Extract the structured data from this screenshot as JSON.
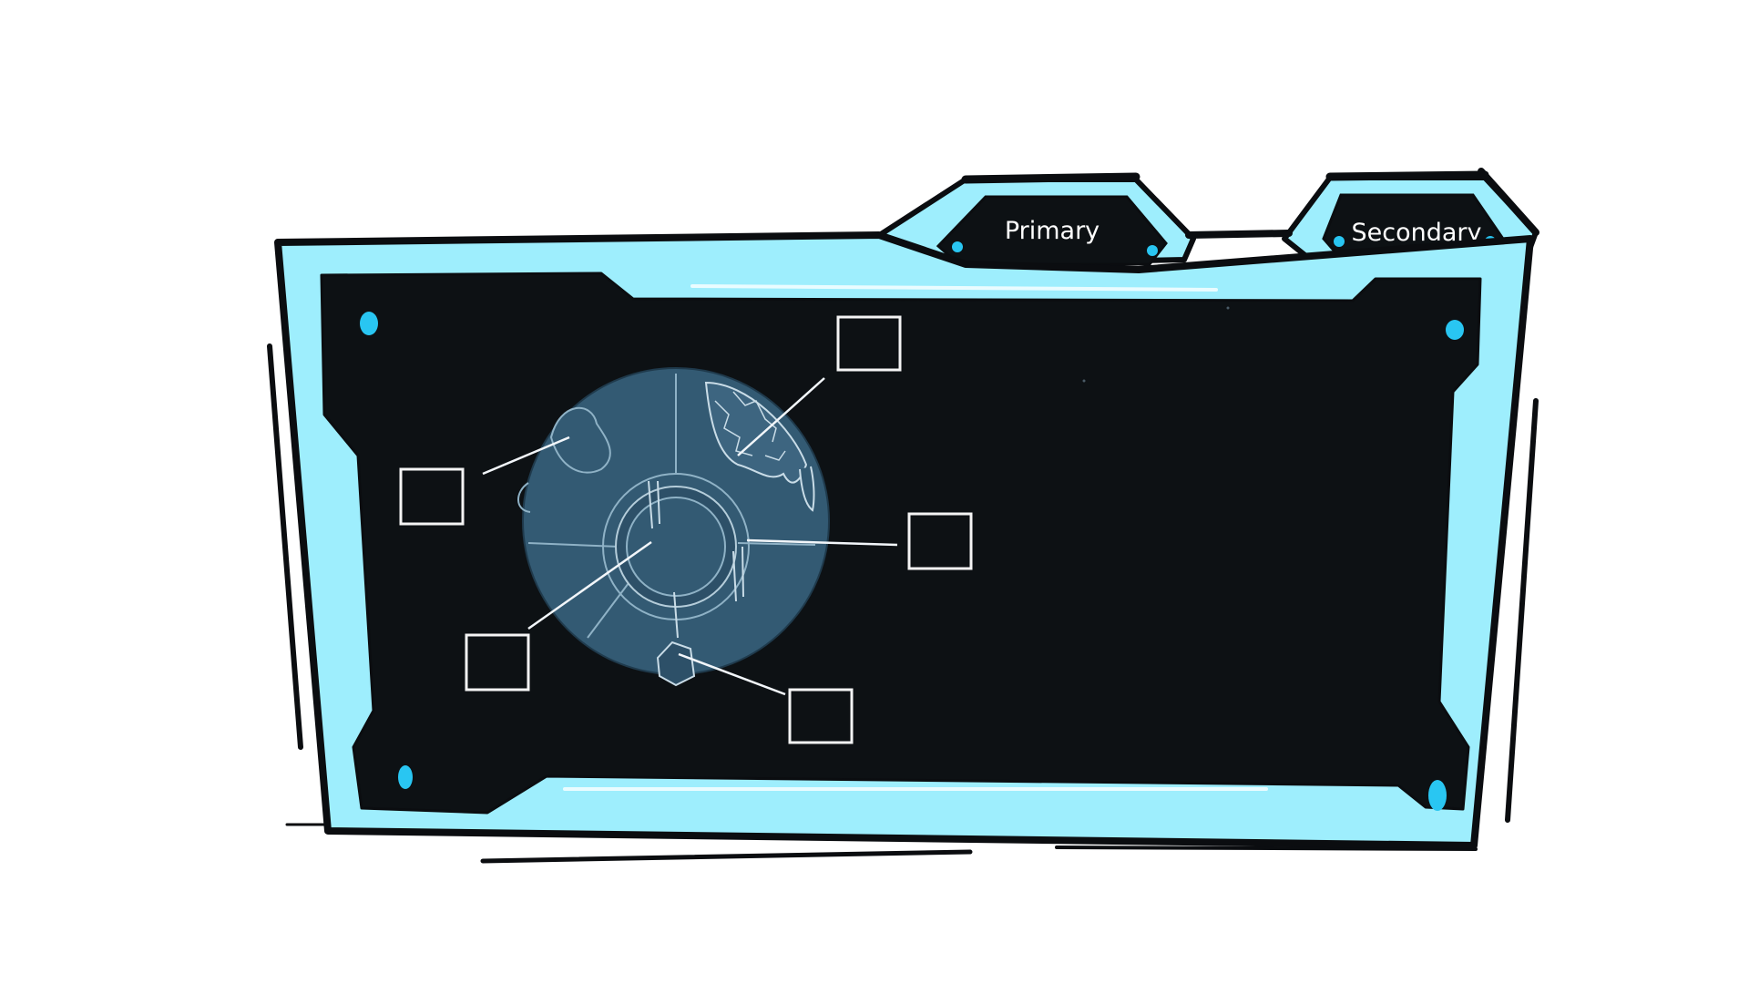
{
  "tabs": [
    {
      "label": "Primary",
      "selected": true
    },
    {
      "label": "Secondary",
      "selected": false
    }
  ],
  "colors": {
    "frame": "#9eeefd",
    "frame_outline": "#0b0d10",
    "screen": "#0d1114",
    "disc": "#335a73",
    "indicator": "#29c6f2",
    "slot_outline": "#f4f4f4"
  },
  "attachment_slots": [
    {
      "name": "top-slot",
      "state": "empty"
    },
    {
      "name": "left-slot",
      "state": "empty"
    },
    {
      "name": "right-slot",
      "state": "empty"
    },
    {
      "name": "bottom-left-slot",
      "state": "empty"
    },
    {
      "name": "bottom-right-slot",
      "state": "empty"
    }
  ],
  "item_icon": "round-mechanical-part-icon"
}
